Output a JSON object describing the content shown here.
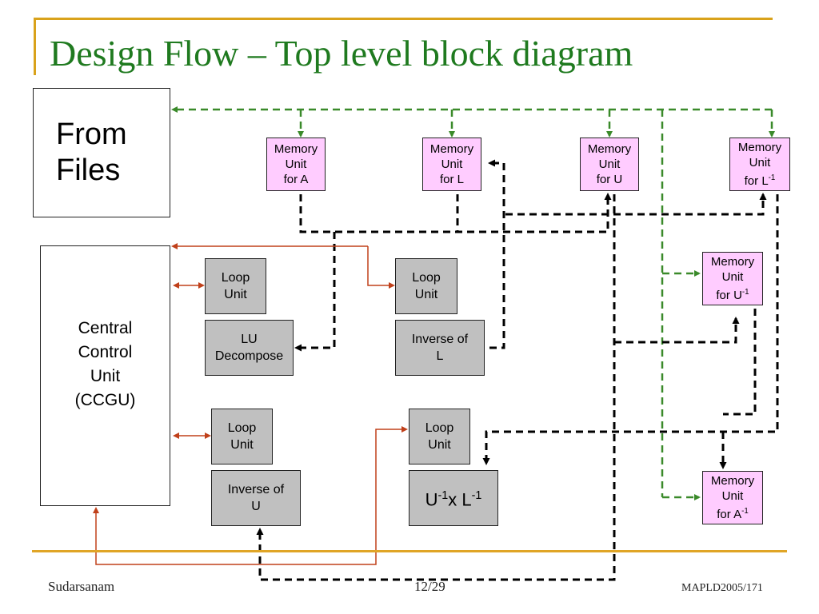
{
  "slide": {
    "title": "Design Flow – Top level block diagram",
    "footer_left": "Sudarsanam",
    "footer_center": "12/29",
    "footer_right": "MAPLD2005/171"
  },
  "blocks": {
    "from_files": "From\n Files",
    "ccgu": "Central\nControl\nUnit\n(CCGU)",
    "loop_unit_1": "Loop\nUnit",
    "lu_decompose": "LU\nDecompose",
    "loop_unit_2": "Loop\nUnit",
    "inverse_of_l": "Inverse of\nL",
    "loop_unit_3": "Loop\nUnit",
    "inverse_of_u": "Inverse of\nU",
    "loop_unit_4": "Loop\nUnit",
    "u_inv_x_l_inv": {
      "base1": "U",
      "sup1": "-1",
      "mid": "x L",
      "sup2": "-1"
    },
    "mem_a": "Memory\nUnit\nfor A",
    "mem_l": "Memory\nUnit\nfor L",
    "mem_u": "Memory\nUnit\nfor U",
    "mem_linv": {
      "text": "Memory\nUnit\nfor L",
      "sup": "-1"
    },
    "mem_uinv": {
      "text": "Memory\nUnit\nfor U",
      "sup": "-1"
    },
    "mem_ainv": {
      "text": "Memory\nUnit\nfor A",
      "sup": "-1"
    }
  },
  "colors": {
    "green_dashed": "#3a8a2a",
    "black_dashed": "#000000",
    "red_control": "#c0401a",
    "memory_fill": "#ffccff",
    "unit_fill": "#c0c0c0",
    "title": "#1f7a1f",
    "accent": "#d9a21b"
  }
}
